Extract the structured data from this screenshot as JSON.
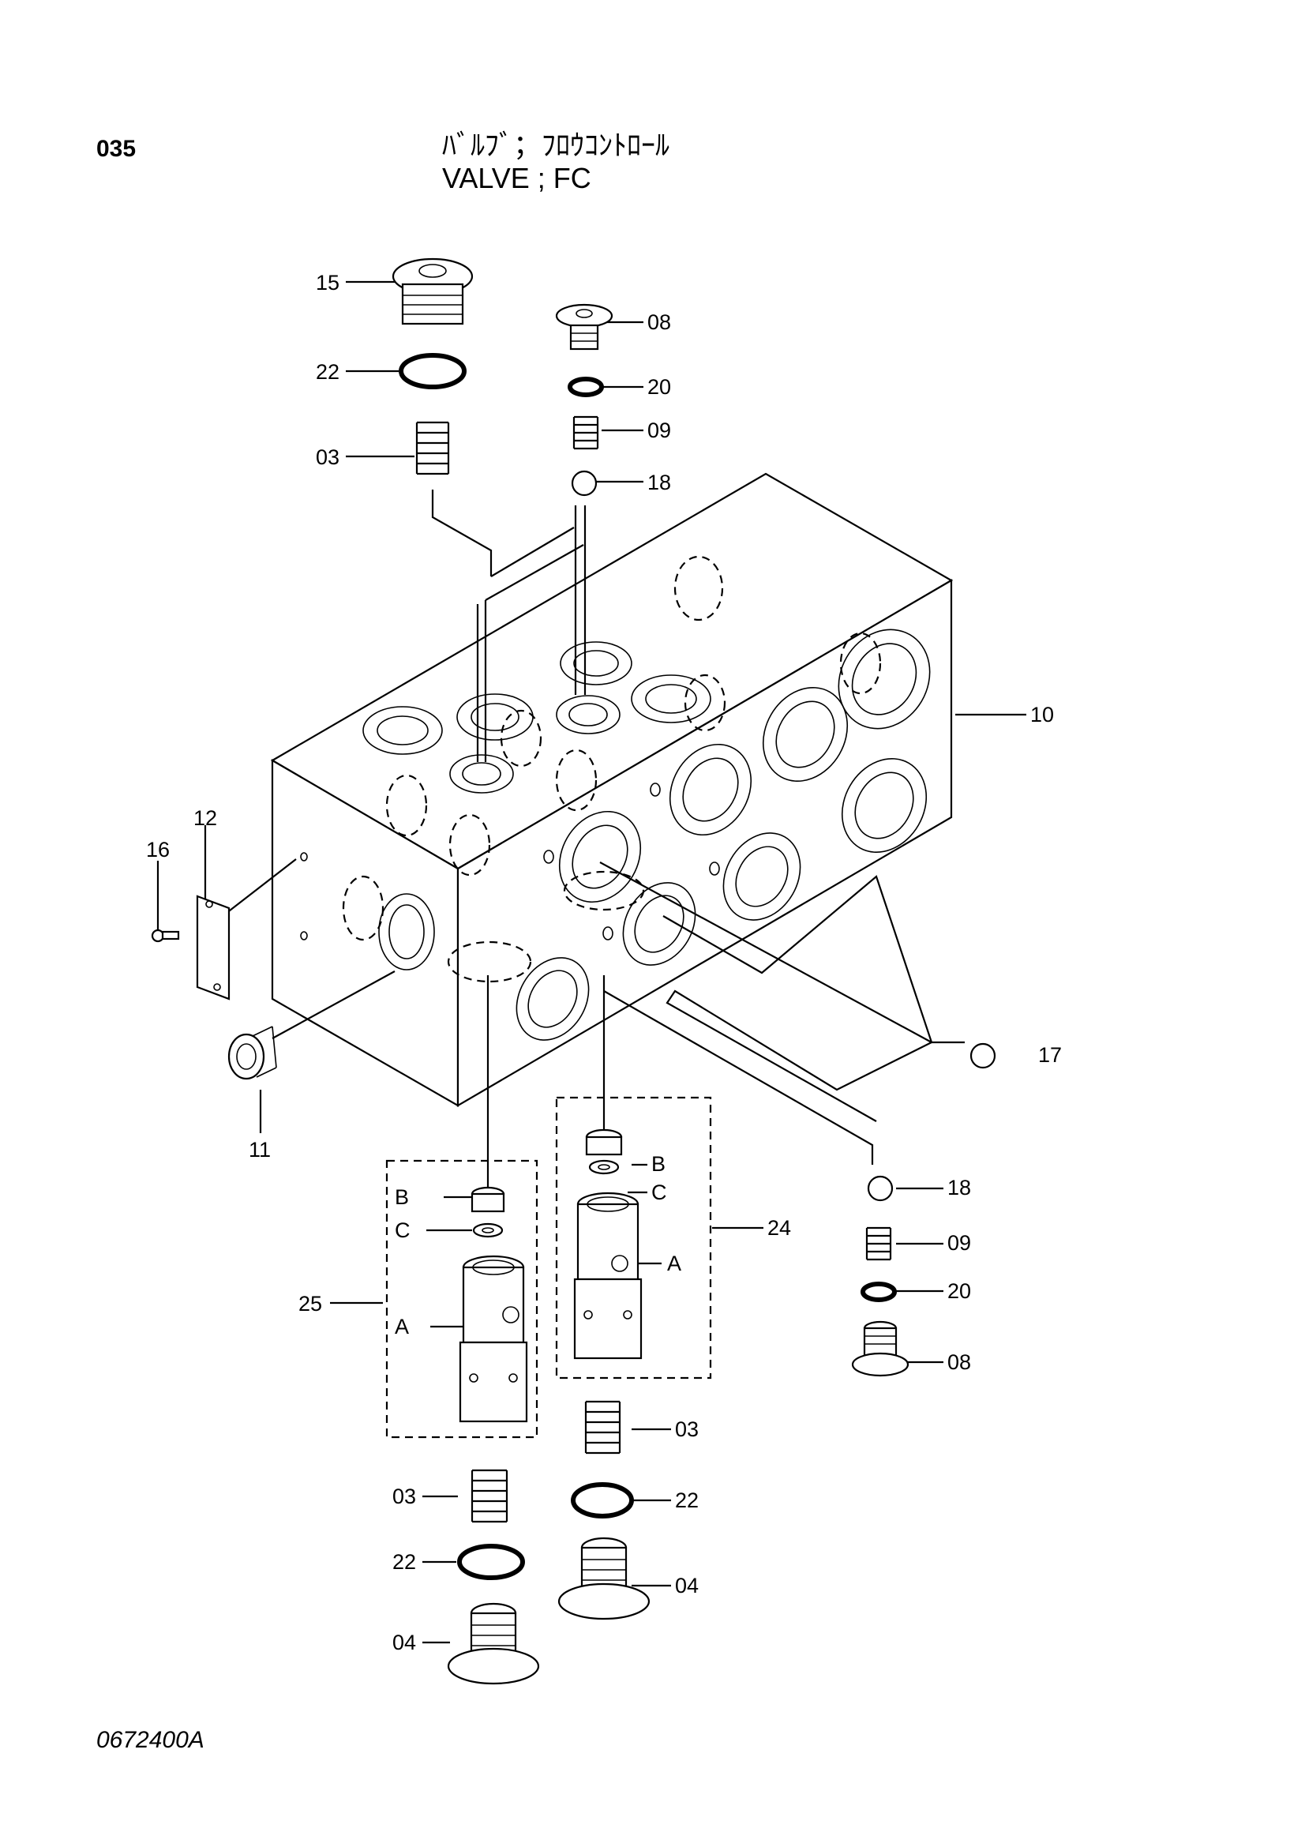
{
  "header": {
    "page_number": "035",
    "title_jp": "ﾊﾞﾙﾌﾞ；ﾌﾛｳｺﾝﾄﾛｰﾙ",
    "title_en": "VALVE ; FC"
  },
  "footer": {
    "drawing_number": "0672400A"
  },
  "callouts": {
    "p15": "15",
    "p22a": "22",
    "p03a": "03",
    "p08a": "08",
    "p20a": "20",
    "p09a": "09",
    "p18a": "18",
    "p10": "10",
    "p12": "12",
    "p16": "16",
    "p11": "11",
    "p17": "17",
    "p18b": "18",
    "p09b": "09",
    "p20b": "20",
    "p08b": "08",
    "p24": "24",
    "p25": "25",
    "p24_b": "B",
    "p24_c": "C",
    "p24_a": "A",
    "p25_b": "B",
    "p25_c": "C",
    "p25_a": "A",
    "p03b": "03",
    "p22b": "22",
    "p04a": "04",
    "p03c": "03",
    "p22c": "22",
    "p04b": "04"
  }
}
